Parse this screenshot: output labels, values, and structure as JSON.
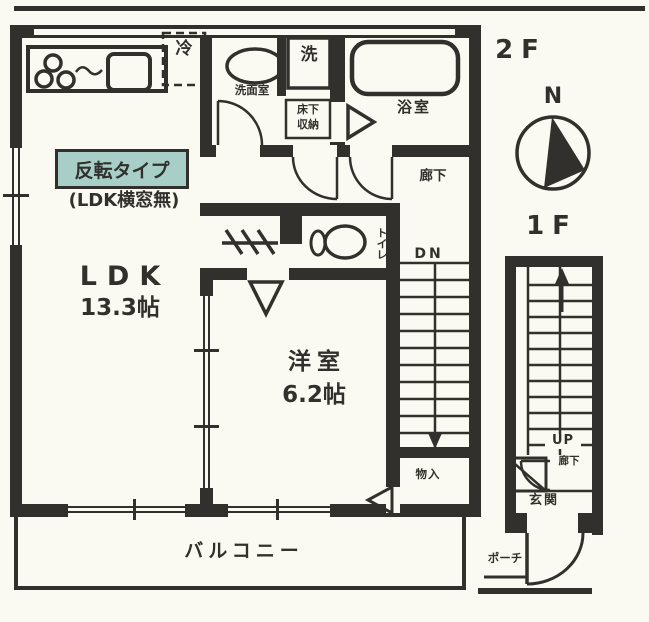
{
  "colors": {
    "ink": "#31302c",
    "paper": "#fbfaf2",
    "tag_bg": "#a7cfc8"
  },
  "note": {
    "tag": "反転タイプ",
    "subtitle": "(LDK横窓無)"
  },
  "floor2": {
    "label": "2F",
    "ldk_name": "LDK",
    "ldk_area": "13.3帖",
    "western_name": "洋室",
    "western_area": "6.2帖",
    "bathroom": "浴室",
    "washroom": "洗面室",
    "underfloor_top": "床下",
    "underfloor_bottom": "収納",
    "washer": "洗",
    "fridge": "冷",
    "corridor": "廊下",
    "toilet": "トイレ",
    "stairs_down": "DN",
    "storage": "物入",
    "balcony": "バルコニー"
  },
  "floor1": {
    "label": "1F",
    "stairs_up": "UP",
    "corridor": "廊下",
    "entrance": "玄関",
    "porch": "ポーチ"
  },
  "compass": {
    "north": "N"
  }
}
